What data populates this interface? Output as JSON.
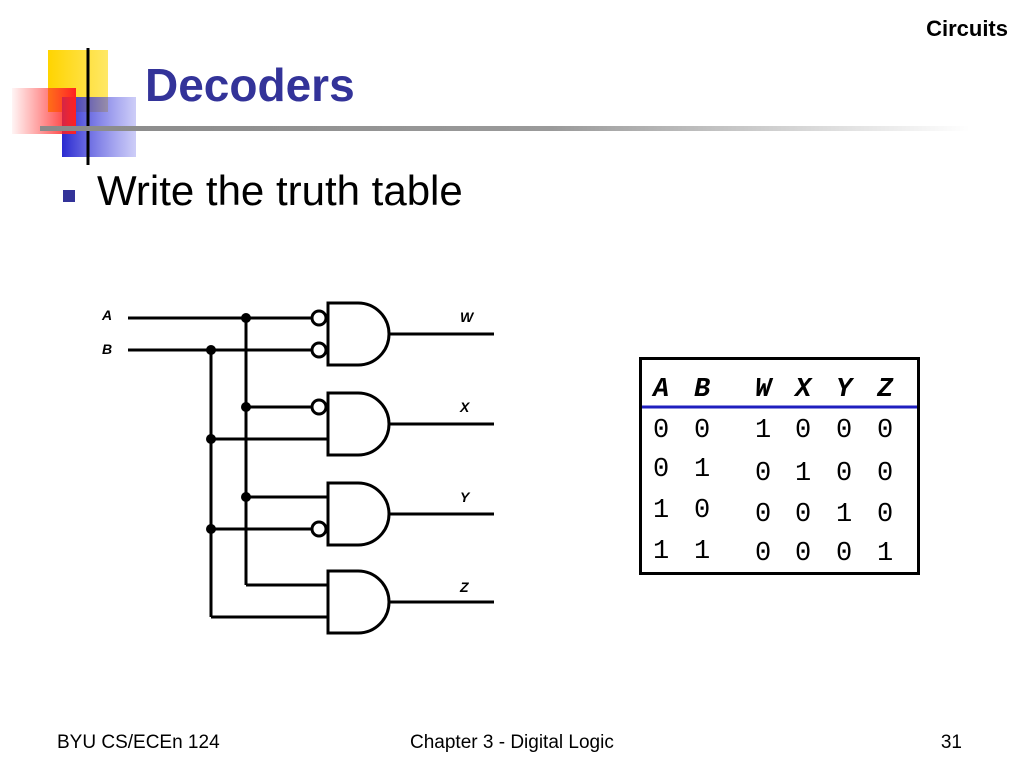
{
  "header": {
    "category": "Circuits",
    "title": "Decoders"
  },
  "content": {
    "bullet": "Write the truth table"
  },
  "circuit": {
    "inputs": [
      "A",
      "B"
    ],
    "outputs": [
      "W",
      "X",
      "Y",
      "Z"
    ]
  },
  "truth_table": {
    "input_headers": [
      "A",
      "B"
    ],
    "output_headers": [
      "W",
      "X",
      "Y",
      "Z"
    ],
    "rows": [
      {
        "inputs": [
          "0",
          "0"
        ],
        "outputs": [
          "1",
          "0",
          "0",
          "0"
        ]
      },
      {
        "inputs": [
          "0",
          "1"
        ],
        "outputs": [
          "0",
          "1",
          "0",
          "0"
        ]
      },
      {
        "inputs": [
          "1",
          "0"
        ],
        "outputs": [
          "0",
          "0",
          "1",
          "0"
        ]
      },
      {
        "inputs": [
          "1",
          "1"
        ],
        "outputs": [
          "0",
          "0",
          "0",
          "1"
        ]
      }
    ],
    "header_rule_color": "#1f1fbf"
  },
  "footer": {
    "left": "BYU CS/ECEn 124",
    "center": "Chapter 3 - Digital Logic",
    "right": "31"
  },
  "colors": {
    "title": "#333399",
    "bullet": "#333399"
  }
}
